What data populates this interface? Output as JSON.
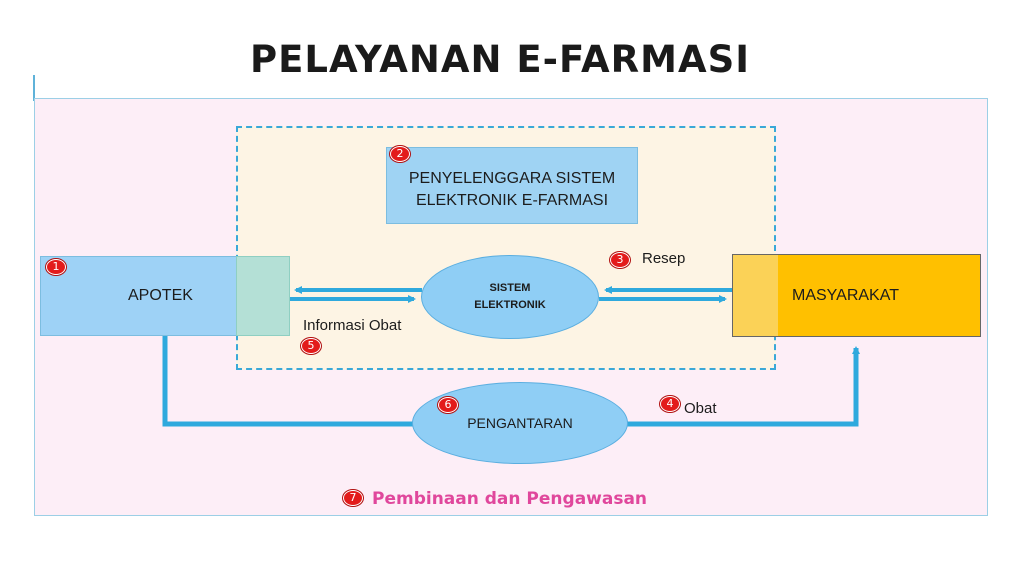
{
  "title": "PELAYANAN E-FARMASI",
  "nodes": {
    "apotek": "APOTEK",
    "penyelenggara_line1": "PENYELENGGARA SISTEM",
    "penyelenggara_line2": "ELEKTRONIK E-FARMASI",
    "sistem_line1": "SISTEM",
    "sistem_line2": "ELEKTRONIK",
    "masyarakat": "MASYARAKAT",
    "pengantaran": "PENGANTARAN"
  },
  "labels": {
    "resep": "Resep",
    "informasi_obat": "Informasi Obat",
    "obat": "Obat",
    "pembinaan": "Pembinaan dan Pengawasan"
  },
  "badges": {
    "apotek": "1",
    "penyelenggara": "2",
    "resep": "3",
    "obat": "4",
    "informasi_obat": "5",
    "pengantaran": "6",
    "pembinaan": "7"
  },
  "colors": {
    "outer_panel": "#fdeef7",
    "inner_zone": "#fdf4e4",
    "dashed_border": "#3aa8d8",
    "box_blue": "#9ed2f6",
    "masyarakat": "#ffc000",
    "arrow": "#2fa9dd",
    "badge": "#e31b1b",
    "pembinaan_text": "#e0479c"
  }
}
